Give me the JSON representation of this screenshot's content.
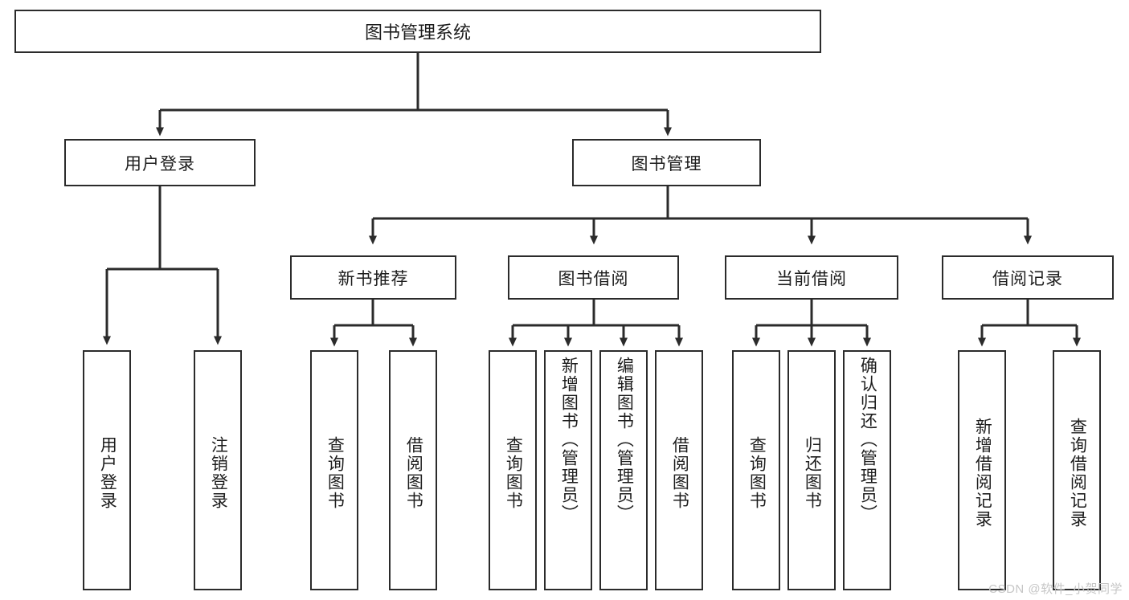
{
  "diagram": {
    "title": "图书管理系统",
    "type": "tree-hierarchy",
    "root": {
      "label": "图书管理系统"
    },
    "level2": [
      {
        "label": "用户登录"
      },
      {
        "label": "图书管理"
      }
    ],
    "level3": [
      {
        "label": "新书推荐"
      },
      {
        "label": "图书借阅"
      },
      {
        "label": "当前借阅"
      },
      {
        "label": "借阅记录"
      }
    ],
    "leaves": {
      "user_login": [
        {
          "label": "用户登录"
        },
        {
          "label": "注销登录"
        }
      ],
      "new_book_recommend": [
        {
          "label": "查询图书"
        },
        {
          "label": "借阅图书"
        }
      ],
      "book_borrow": [
        {
          "label": "查询图书"
        },
        {
          "label": "新增图书（管理员）"
        },
        {
          "label": "编辑图书（管理员）"
        },
        {
          "label": "借阅图书"
        }
      ],
      "current_borrow": [
        {
          "label": "查询图书"
        },
        {
          "label": "归还图书"
        },
        {
          "label": "确认归还（管理员）"
        }
      ],
      "borrow_record": [
        {
          "label": "新增借阅记录"
        },
        {
          "label": "查询借阅记录"
        }
      ]
    }
  },
  "watermark": {
    "text": "CSDN @软件_小贺同学"
  },
  "colors": {
    "stroke": "#2b2b2b",
    "box_fill": "#ffffff",
    "text": "#1d1d1d",
    "watermark": "#c6c6c6"
  }
}
